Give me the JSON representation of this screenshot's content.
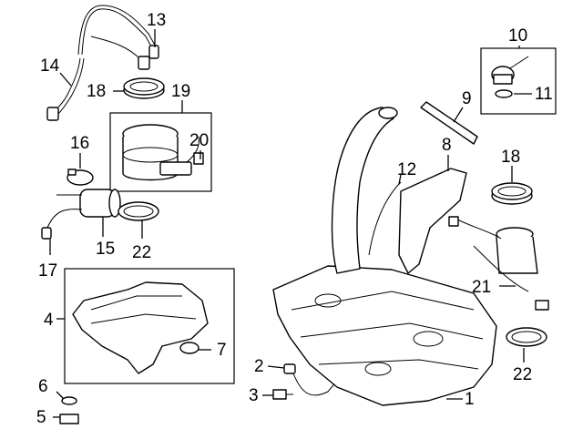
{
  "callouts": [
    {
      "id": "c1",
      "text": "1"
    },
    {
      "id": "c2",
      "text": "2"
    },
    {
      "id": "c3",
      "text": "3"
    },
    {
      "id": "c4",
      "text": "4"
    },
    {
      "id": "c5",
      "text": "5"
    },
    {
      "id": "c6",
      "text": "6"
    },
    {
      "id": "c7",
      "text": "7"
    },
    {
      "id": "c8",
      "text": "8"
    },
    {
      "id": "c9",
      "text": "9"
    },
    {
      "id": "c10",
      "text": "10"
    },
    {
      "id": "c11",
      "text": "11"
    },
    {
      "id": "c12",
      "text": "12"
    },
    {
      "id": "c13",
      "text": "13"
    },
    {
      "id": "c14",
      "text": "14"
    },
    {
      "id": "c15",
      "text": "15"
    },
    {
      "id": "c16",
      "text": "16"
    },
    {
      "id": "c17",
      "text": "17"
    },
    {
      "id": "c18a",
      "text": "18"
    },
    {
      "id": "c18b",
      "text": "18"
    },
    {
      "id": "c19",
      "text": "19"
    },
    {
      "id": "c20",
      "text": "20"
    },
    {
      "id": "c21",
      "text": "21"
    },
    {
      "id": "c22a",
      "text": "22"
    },
    {
      "id": "c22b",
      "text": "22"
    }
  ]
}
